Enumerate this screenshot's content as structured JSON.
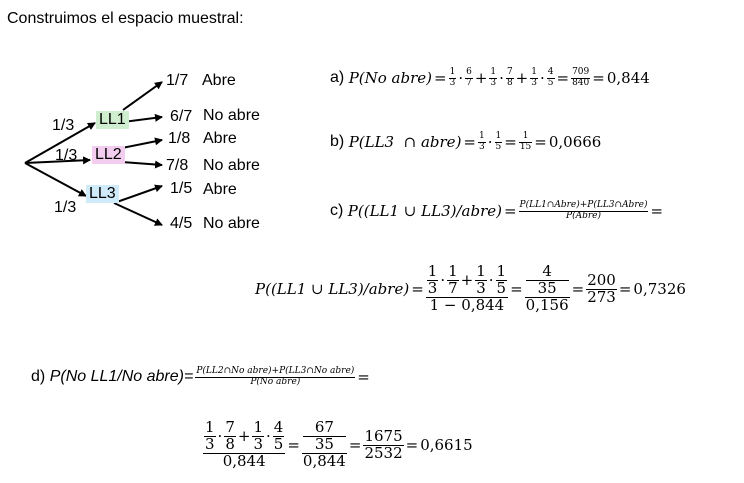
{
  "header": {
    "title": "Construimos el espacio muestral:"
  },
  "tree": {
    "nodes": [
      {
        "label": "LL1",
        "color": "#cfeecf"
      },
      {
        "label": "LL2",
        "color": "#f2cdef"
      },
      {
        "label": "LL3",
        "color": "#cfeaf8"
      }
    ],
    "first_probs": [
      "1/3",
      "1/3",
      "1/3"
    ],
    "outcomes": [
      {
        "prob": "1/7",
        "label": "Abre"
      },
      {
        "prob": "6/7",
        "label": "No abre"
      },
      {
        "prob": "1/8",
        "label": "Abre"
      },
      {
        "prob": "7/8",
        "label": "No abre"
      },
      {
        "prob": "1/5",
        "label": "Abre"
      },
      {
        "prob": "4/5",
        "label": "No abre"
      }
    ]
  },
  "a": {
    "prefix": "a)",
    "lhs": "P(No abre)",
    "terms": [
      [
        "1",
        "3",
        "6",
        "7"
      ],
      [
        "1",
        "3",
        "7",
        "8"
      ],
      [
        "1",
        "3",
        "4",
        "5"
      ]
    ],
    "dot": "·",
    "plus": "+",
    "eq": "=",
    "result_num": "709",
    "result_den": "840",
    "result": "0,844"
  },
  "b": {
    "prefix": "b)",
    "lhs": "P(LL3  ∩ abre)",
    "f1n": "1",
    "f1d": "3",
    "f2n": "1",
    "f2d": "5",
    "rn": "1",
    "rd": "15",
    "result": "0,0666"
  },
  "c": {
    "prefix": "c)",
    "lhs": "P((LL1 ∪ LL3)/abre)",
    "num": "P(LL1∩Abre)+P(LL3∩Abre)",
    "den": "P(Abre)"
  },
  "c2": {
    "lhs": "P((LL1 ∪ LL3)/abre)",
    "t1": [
      "1",
      "3",
      "1",
      "7"
    ],
    "t2": [
      "1",
      "3",
      "1",
      "5"
    ],
    "den": "1 − 0,844",
    "f2n": "4",
    "f2d": "35",
    "f2dd": "0,156",
    "f3n": "200",
    "f3d": "273",
    "result": "0,7326"
  },
  "d": {
    "prefix": "d)",
    "lhs": "P(No LL1/No abre)=",
    "num": "P(LL2∩No abre)+P(LL3∩No abre)",
    "den": "P(No abre)"
  },
  "d2": {
    "t1": [
      "1",
      "3",
      "7",
      "8"
    ],
    "t2": [
      "1",
      "3",
      "4",
      "5"
    ],
    "den": "0,844",
    "f2n": "67",
    "f2d": "35",
    "f2dd": "0,844",
    "f3n": "1675",
    "f3d": "2532",
    "result": "0,6615"
  }
}
